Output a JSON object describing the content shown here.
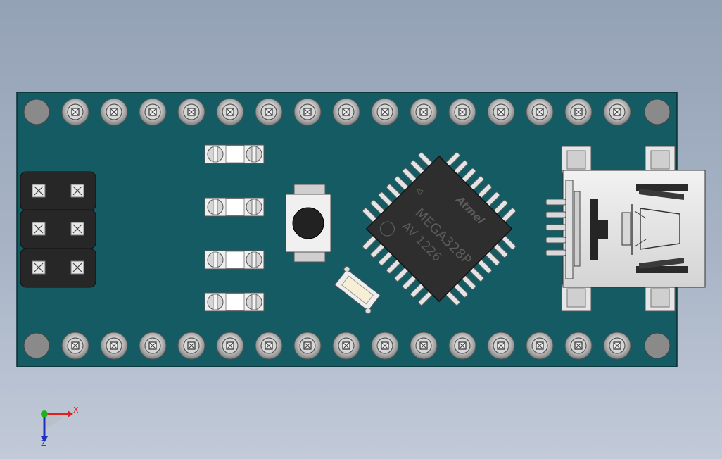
{
  "chip": {
    "brand": "Atmel",
    "part": "MEGA328P",
    "code": "AV   1226"
  },
  "triad": {
    "x_label": "X",
    "z_label": "Z"
  },
  "colors": {
    "background_top": "#94a2b6",
    "background_bottom": "#c2cad8",
    "pcb": "#155b63",
    "chip": "#2e2e2e",
    "axis_x": "#e02020",
    "axis_y": "#20b020",
    "axis_z": "#2030c0"
  },
  "icons": [
    "pin-header-pad-icon",
    "mounting-hole-icon",
    "reset-button-icon",
    "usb-mini-connector-icon",
    "crystal-icon",
    "smd-component-icon"
  ]
}
